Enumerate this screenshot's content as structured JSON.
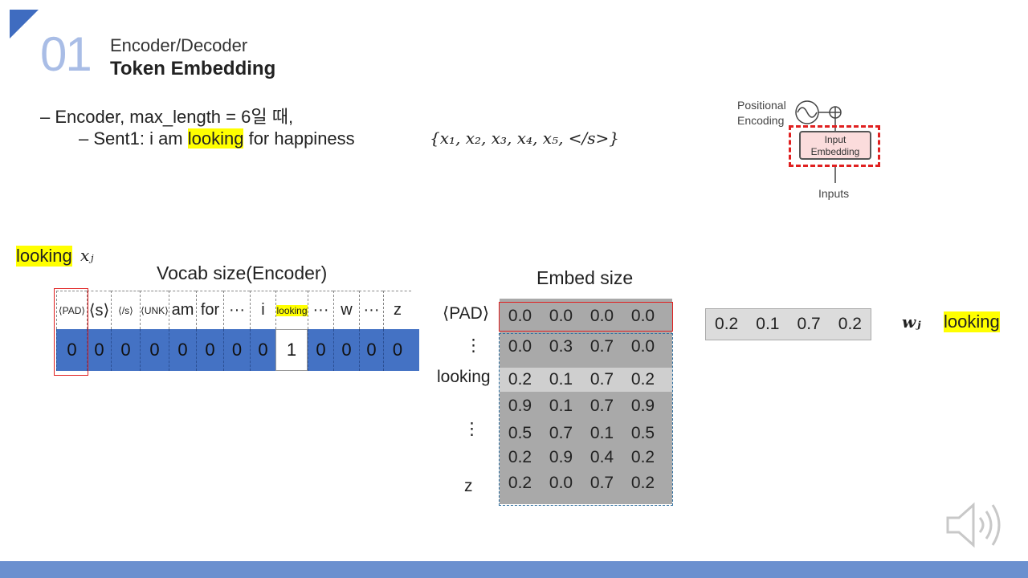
{
  "header": {
    "section_number": "01",
    "subtitle": "Encoder/Decoder",
    "title": "Token Embedding"
  },
  "bullets": {
    "level1": "–   Encoder, max_length = 6일 때,",
    "level2_prefix": "–   Sent1: i am ",
    "level2_highlight": "looking",
    "level2_suffix": " for happiness",
    "sequence": "{x₁, x₂, x₃, x₄, x₅, </s>}"
  },
  "diagram": {
    "positional_label_1": "Positional",
    "positional_label_2": "Encoding",
    "input_embedding_1": "Input",
    "input_embedding_2": "Embedding",
    "inputs_label": "Inputs"
  },
  "vocab": {
    "token_tag": "looking",
    "token_symbol": "xⱼ",
    "title": "Vocab size(Encoder)",
    "headers": [
      "⟨PAD⟩",
      "⟨s⟩",
      "⟨/s⟩",
      "⟨UNK⟩",
      "am",
      "for",
      "···",
      "i",
      "looking",
      "···",
      "w",
      "···",
      "z"
    ],
    "values": [
      "0",
      "0",
      "0",
      "0",
      "0",
      "0",
      "0",
      "0",
      "1",
      "0",
      "0",
      "0",
      "0"
    ]
  },
  "embed": {
    "title": "Embed size",
    "row_labels": {
      "pad": "⟨PAD⟩",
      "dots1": "⋮",
      "looking": "looking",
      "dots2": "⋮",
      "z": "z"
    },
    "rows": [
      [
        "0.0",
        "0.0",
        "0.0",
        "0.0"
      ],
      [
        "0.0",
        "0.3",
        "0.7",
        "0.0"
      ],
      [
        "0.2",
        "0.1",
        "0.7",
        "0.2"
      ],
      [
        "0.9",
        "0.1",
        "0.7",
        "0.9"
      ],
      [
        "0.5",
        "0.7",
        "0.1",
        "0.5"
      ],
      [
        "0.2",
        "0.9",
        "0.4",
        "0.2"
      ],
      [
        "0.2",
        "0.0",
        "0.7",
        "0.2"
      ]
    ]
  },
  "result": {
    "vector": [
      "0.2",
      "0.1",
      "0.7",
      "0.2"
    ],
    "symbol": "wⱼ",
    "token": "looking"
  },
  "colors": {
    "accent": "#3f6cc0",
    "vocab_fill": "#4472c4",
    "highlight": "#ffff00",
    "matrix_fill": "#a9a9a9",
    "selection_red": "#e02020"
  }
}
